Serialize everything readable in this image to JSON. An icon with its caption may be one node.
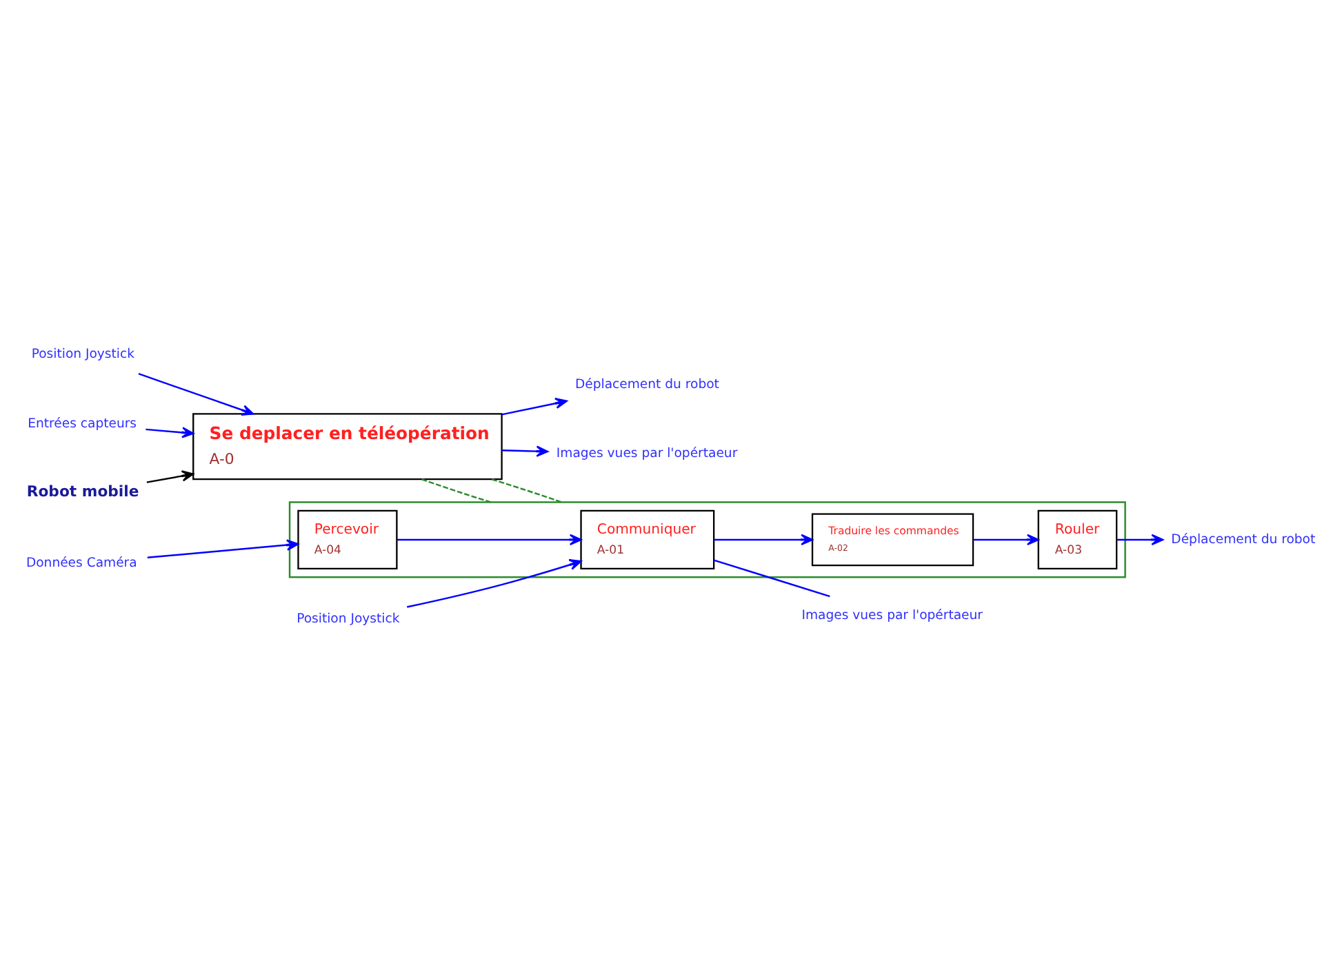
{
  "diagram": {
    "nodes": [
      {
        "text": [
          "Position Joystick"
        ]
      },
      {
        "text": [
          "Entrées capteurs"
        ]
      },
      {
        "text": [
          "Se deplacer en téléopération",
          "A-0"
        ]
      },
      {
        "text": [
          "Déplacement du robot"
        ]
      },
      {
        "text": [
          "Images vues par l'opértaeur"
        ]
      },
      {
        "text": [
          "Robot mobile"
        ]
      },
      {
        "text": [],
        "shape": "box"
      },
      {
        "text": [
          "Position Joystick"
        ]
      },
      {
        "text": [
          "Communiquer",
          "A-01"
        ],
        "in": 6
      },
      {
        "text": [
          "Traduire les commandes",
          "A-02"
        ],
        "in": 6
      },
      {
        "text": [
          "Rouler",
          "A-03"
        ],
        "in": 6
      },
      {
        "text": [
          "Déplacement du robot"
        ]
      },
      {
        "text": [
          "Données Caméra"
        ]
      },
      {
        "text": [
          "Percevoir",
          "A-04"
        ],
        "in": 6
      },
      {
        "text": [
          "Images vues par l'opértaeur"
        ]
      }
    ],
    "edges": [
      {
        "from": 0,
        "to": 2,
        "arrow": "to"
      },
      {
        "from": 1,
        "to": 2,
        "arrow": "to"
      },
      {
        "from": 2,
        "to": 3,
        "arrow": "to"
      },
      {
        "from": 2,
        "to": 4,
        "arrow": "to"
      },
      {
        "from": 5,
        "to": 2,
        "arrow": "to",
        "color": "#000000"
      },
      {
        "from": 2,
        "to": 6,
        "arrow": "none",
        "style": "dashed",
        "color": "#2e8b2e"
      },
      {
        "from": 2,
        "to": 6,
        "arrow": "none",
        "style": "dashed",
        "color": "#2e8b2e"
      },
      {
        "from": 7,
        "to": 8,
        "arrow": "to"
      },
      {
        "from": 8,
        "to": 9,
        "arrow": "to"
      },
      {
        "from": 9,
        "to": 10,
        "arrow": "to"
      },
      {
        "from": 10,
        "to": 11,
        "arrow": "to"
      },
      {
        "from": 8,
        "to": 14,
        "arrow": "none"
      },
      {
        "from": 12,
        "to": 13,
        "arrow": "to"
      },
      {
        "from": 13,
        "to": 8,
        "arrow": "to"
      }
    ]
  }
}
